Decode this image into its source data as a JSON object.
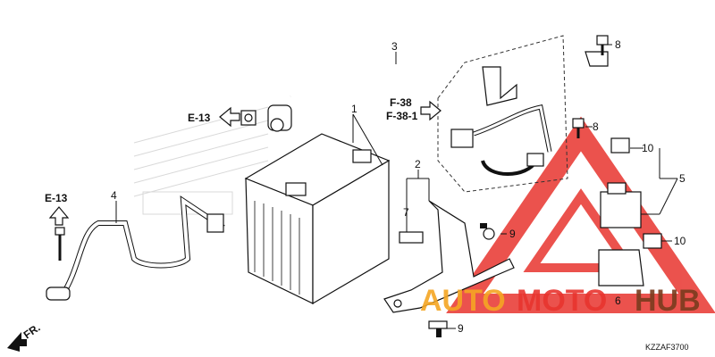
{
  "diagram": {
    "part_labels": {
      "p1": "1",
      "p2": "2",
      "p3": "3",
      "p4": "4",
      "p5": "5",
      "p6": "6",
      "p7": "7",
      "p8a": "8",
      "p8b": "8",
      "p9a": "9",
      "p9b": "9",
      "p10a": "10",
      "p10b": "10"
    },
    "references": {
      "e13_top": "E-13",
      "e13_left": "E-13",
      "f38": "F-38",
      "f38_1": "F-38-1",
      "fr": "FR."
    },
    "diagram_code": "KZZAF3700",
    "watermark": {
      "auto": "AUTO",
      "moto": "MOTO",
      "hub": "HUB",
      "colors": {
        "orange": "#f5a623",
        "red": "#e8352f",
        "brown": "#7a3b1e"
      }
    }
  }
}
